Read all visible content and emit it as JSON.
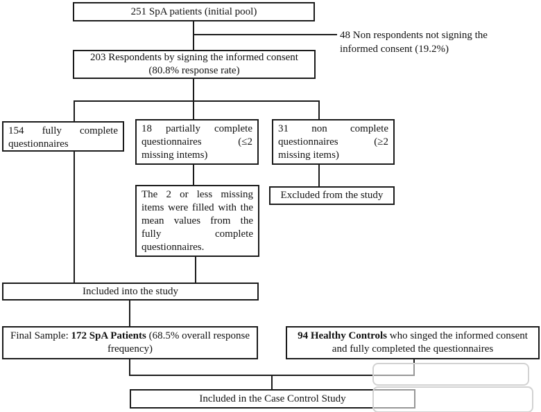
{
  "flowchart": {
    "initial_pool": "251 SpA patients (initial pool)",
    "non_respondents": "48 Non respondents not signing the informed consent (19.2%)",
    "respondents": {
      "line1": "203 Respondents by signing the informed consent",
      "line2": "(80.8% response rate)"
    },
    "fully_complete": "154 fully complete questionnaires",
    "partially_complete": "18 partially complete questionnaires (≤2 missing intems)",
    "non_complete": "31 non complete questionnaires (≥2 missing items)",
    "missing_filled": "The 2 or less missing items were filled with the mean values from the fully complete questionnaires.",
    "excluded": "Excluded from the study",
    "included": "Included into the study",
    "final_sample": {
      "prefix": "Final Sample: ",
      "bold": "172 SpA Patients",
      "suffix": " (68.5% overall response frequency)"
    },
    "healthy_controls": {
      "bold": "94 Healthy Controls",
      "suffix": " who singed the informed consent and fully completed the questionnaires"
    },
    "case_control": "Included in the Case Control Study",
    "colors": {
      "line": "#1a1a1a",
      "background": "#ffffff",
      "watermark": "#d2d2d2"
    }
  }
}
